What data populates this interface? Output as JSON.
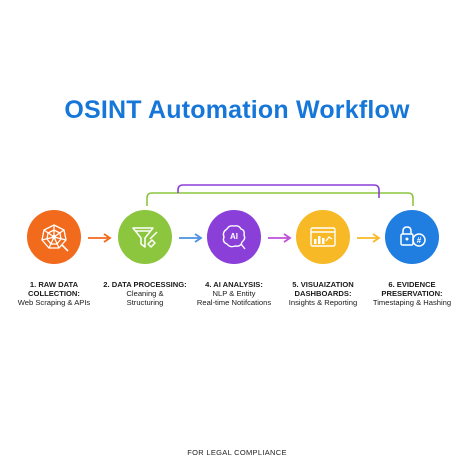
{
  "title": "OSINT Automation Workflow",
  "steps": [
    {
      "head1": "1. RAW DATA",
      "head2": "COLLECTION:",
      "desc1": "Web Scraping & APIs",
      "desc2": "",
      "color": "#f26a1c",
      "icon": "spider-web-icon"
    },
    {
      "head1": "2. DATA PROCESSING:",
      "head2": "",
      "desc1": "Cleaning &",
      "desc2": "Structuring",
      "color": "#8cc63f",
      "icon": "filter-funnel-icon"
    },
    {
      "head1": "4. AI ANALYSIS:",
      "head2": "",
      "desc1": "NLP & Entity",
      "desc2": "Real-time Notifcations",
      "color": "#8b3fd9",
      "icon": "ai-brain-icon"
    },
    {
      "head1": "5. VISUAIZATION",
      "head2": "DASHBOARDS:",
      "desc1": "Insights & Reporting",
      "desc2": "",
      "color": "#f7b926",
      "icon": "dashboard-chart-icon"
    },
    {
      "head1": "6. EVIDENCE",
      "head2": "PRESERVATION:",
      "desc1": "Timestaping & Hashing",
      "desc2": "",
      "color": "#1f7ee0",
      "icon": "lock-hash-icon"
    }
  ],
  "colors": {
    "title": "#1677d9",
    "arrow1": "#f26a1c",
    "arrow2": "#4a90e2",
    "arrow3": "#c04fd9",
    "arrow4": "#f7b926",
    "bracket_outer": "#8cc63f",
    "bracket_inner": "#8b3fd9"
  },
  "footer": "FOR LEGAL COMPLIANCE"
}
